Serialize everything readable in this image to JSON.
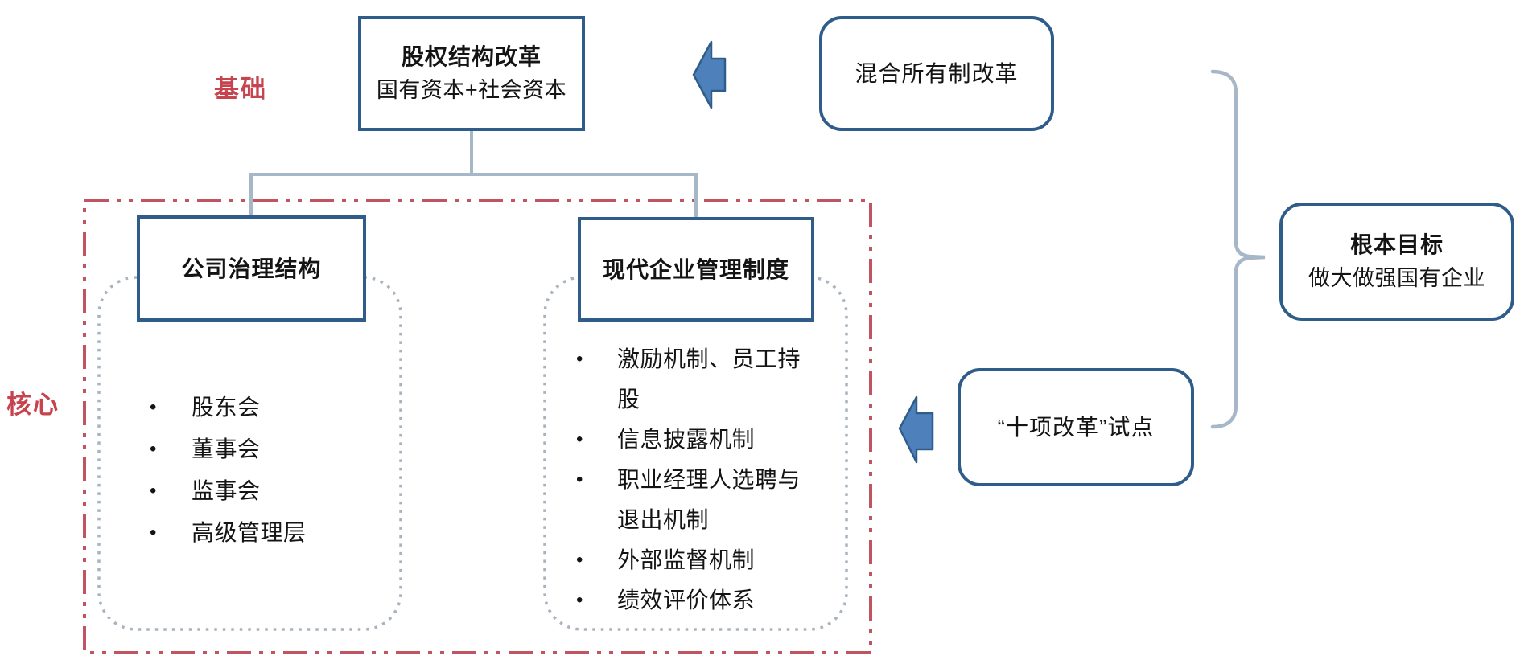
{
  "labels": {
    "foundation": "基础",
    "core": "核心"
  },
  "equity_box": {
    "title": "股权结构改革",
    "subtitle": "国有资本+社会资本"
  },
  "mixed_box": {
    "label": "混合所有制改革"
  },
  "goal_box": {
    "title": "根本目标",
    "subtitle": "做大做强国有企业"
  },
  "pilot_box": {
    "label": "“十项改革”试点"
  },
  "governance": {
    "title": "公司治理结构",
    "items": [
      "股东会",
      "董事会",
      "监事会",
      "高级管理层"
    ]
  },
  "management": {
    "title": "现代企业管理制度",
    "items": [
      "激励机制、员工持股",
      "信息披露机制",
      "职业经理人选聘与退出机制",
      "外部监督机制",
      "绩效评价体系"
    ]
  },
  "ui": {
    "bullet": "•"
  },
  "icons": {
    "top_arrow": "left-block-arrow",
    "bottom_arrow": "left-block-arrow",
    "brace": "right-curly-brace"
  },
  "colors": {
    "box_border": "#2F5C88",
    "arrow_fill": "#4E80BC",
    "connector": "#A6B8C8",
    "dotted_group": "#A9B3BE",
    "red_frame": "#C05460",
    "red_label": "#C7434E",
    "text": "#141414",
    "background": "#ffffff"
  }
}
